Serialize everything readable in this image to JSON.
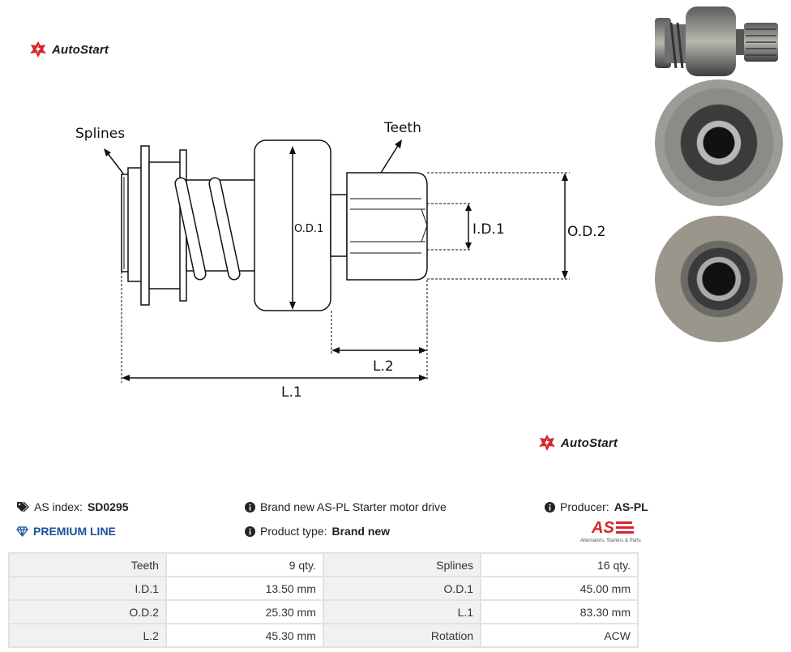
{
  "brand": {
    "name": "AutoStart"
  },
  "diagram": {
    "labels": {
      "splines": "Splines",
      "teeth": "Teeth",
      "od1": "O.D.1",
      "id1": "I.D.1",
      "od2": "O.D.2",
      "l2": "L.2",
      "l1": "L.1"
    }
  },
  "info": {
    "as_index_label": "AS index:",
    "as_index_value": "SD0295",
    "premium": "PREMIUM LINE",
    "description": "Brand new AS-PL Starter motor drive",
    "product_type_label": "Product type:",
    "product_type_value": "Brand new",
    "producer_label": "Producer:",
    "producer_value": "AS-PL",
    "producer_logo_text": "AS",
    "producer_tagline": "Alternators, Starters & Parts"
  },
  "specs": [
    {
      "k1": "Teeth",
      "v1": "9 qty.",
      "k2": "Splines",
      "v2": "16 qty."
    },
    {
      "k1": "I.D.1",
      "v1": "13.50 mm",
      "k2": "O.D.1",
      "v2": "45.00 mm"
    },
    {
      "k1": "O.D.2",
      "v1": "25.30 mm",
      "k2": "L.1",
      "v2": "83.30 mm"
    },
    {
      "k1": "L.2",
      "v1": "45.30 mm",
      "k2": "Rotation",
      "v2": "ACW"
    }
  ],
  "colors": {
    "brand_red": "#d7262b",
    "premium_blue": "#1f4fa0",
    "table_border": "#e2e2e2",
    "table_key_bg": "#f1f1f1"
  },
  "icons": [
    "tags-icon",
    "info-icon",
    "diamond-icon",
    "autostart-logo-icon"
  ]
}
